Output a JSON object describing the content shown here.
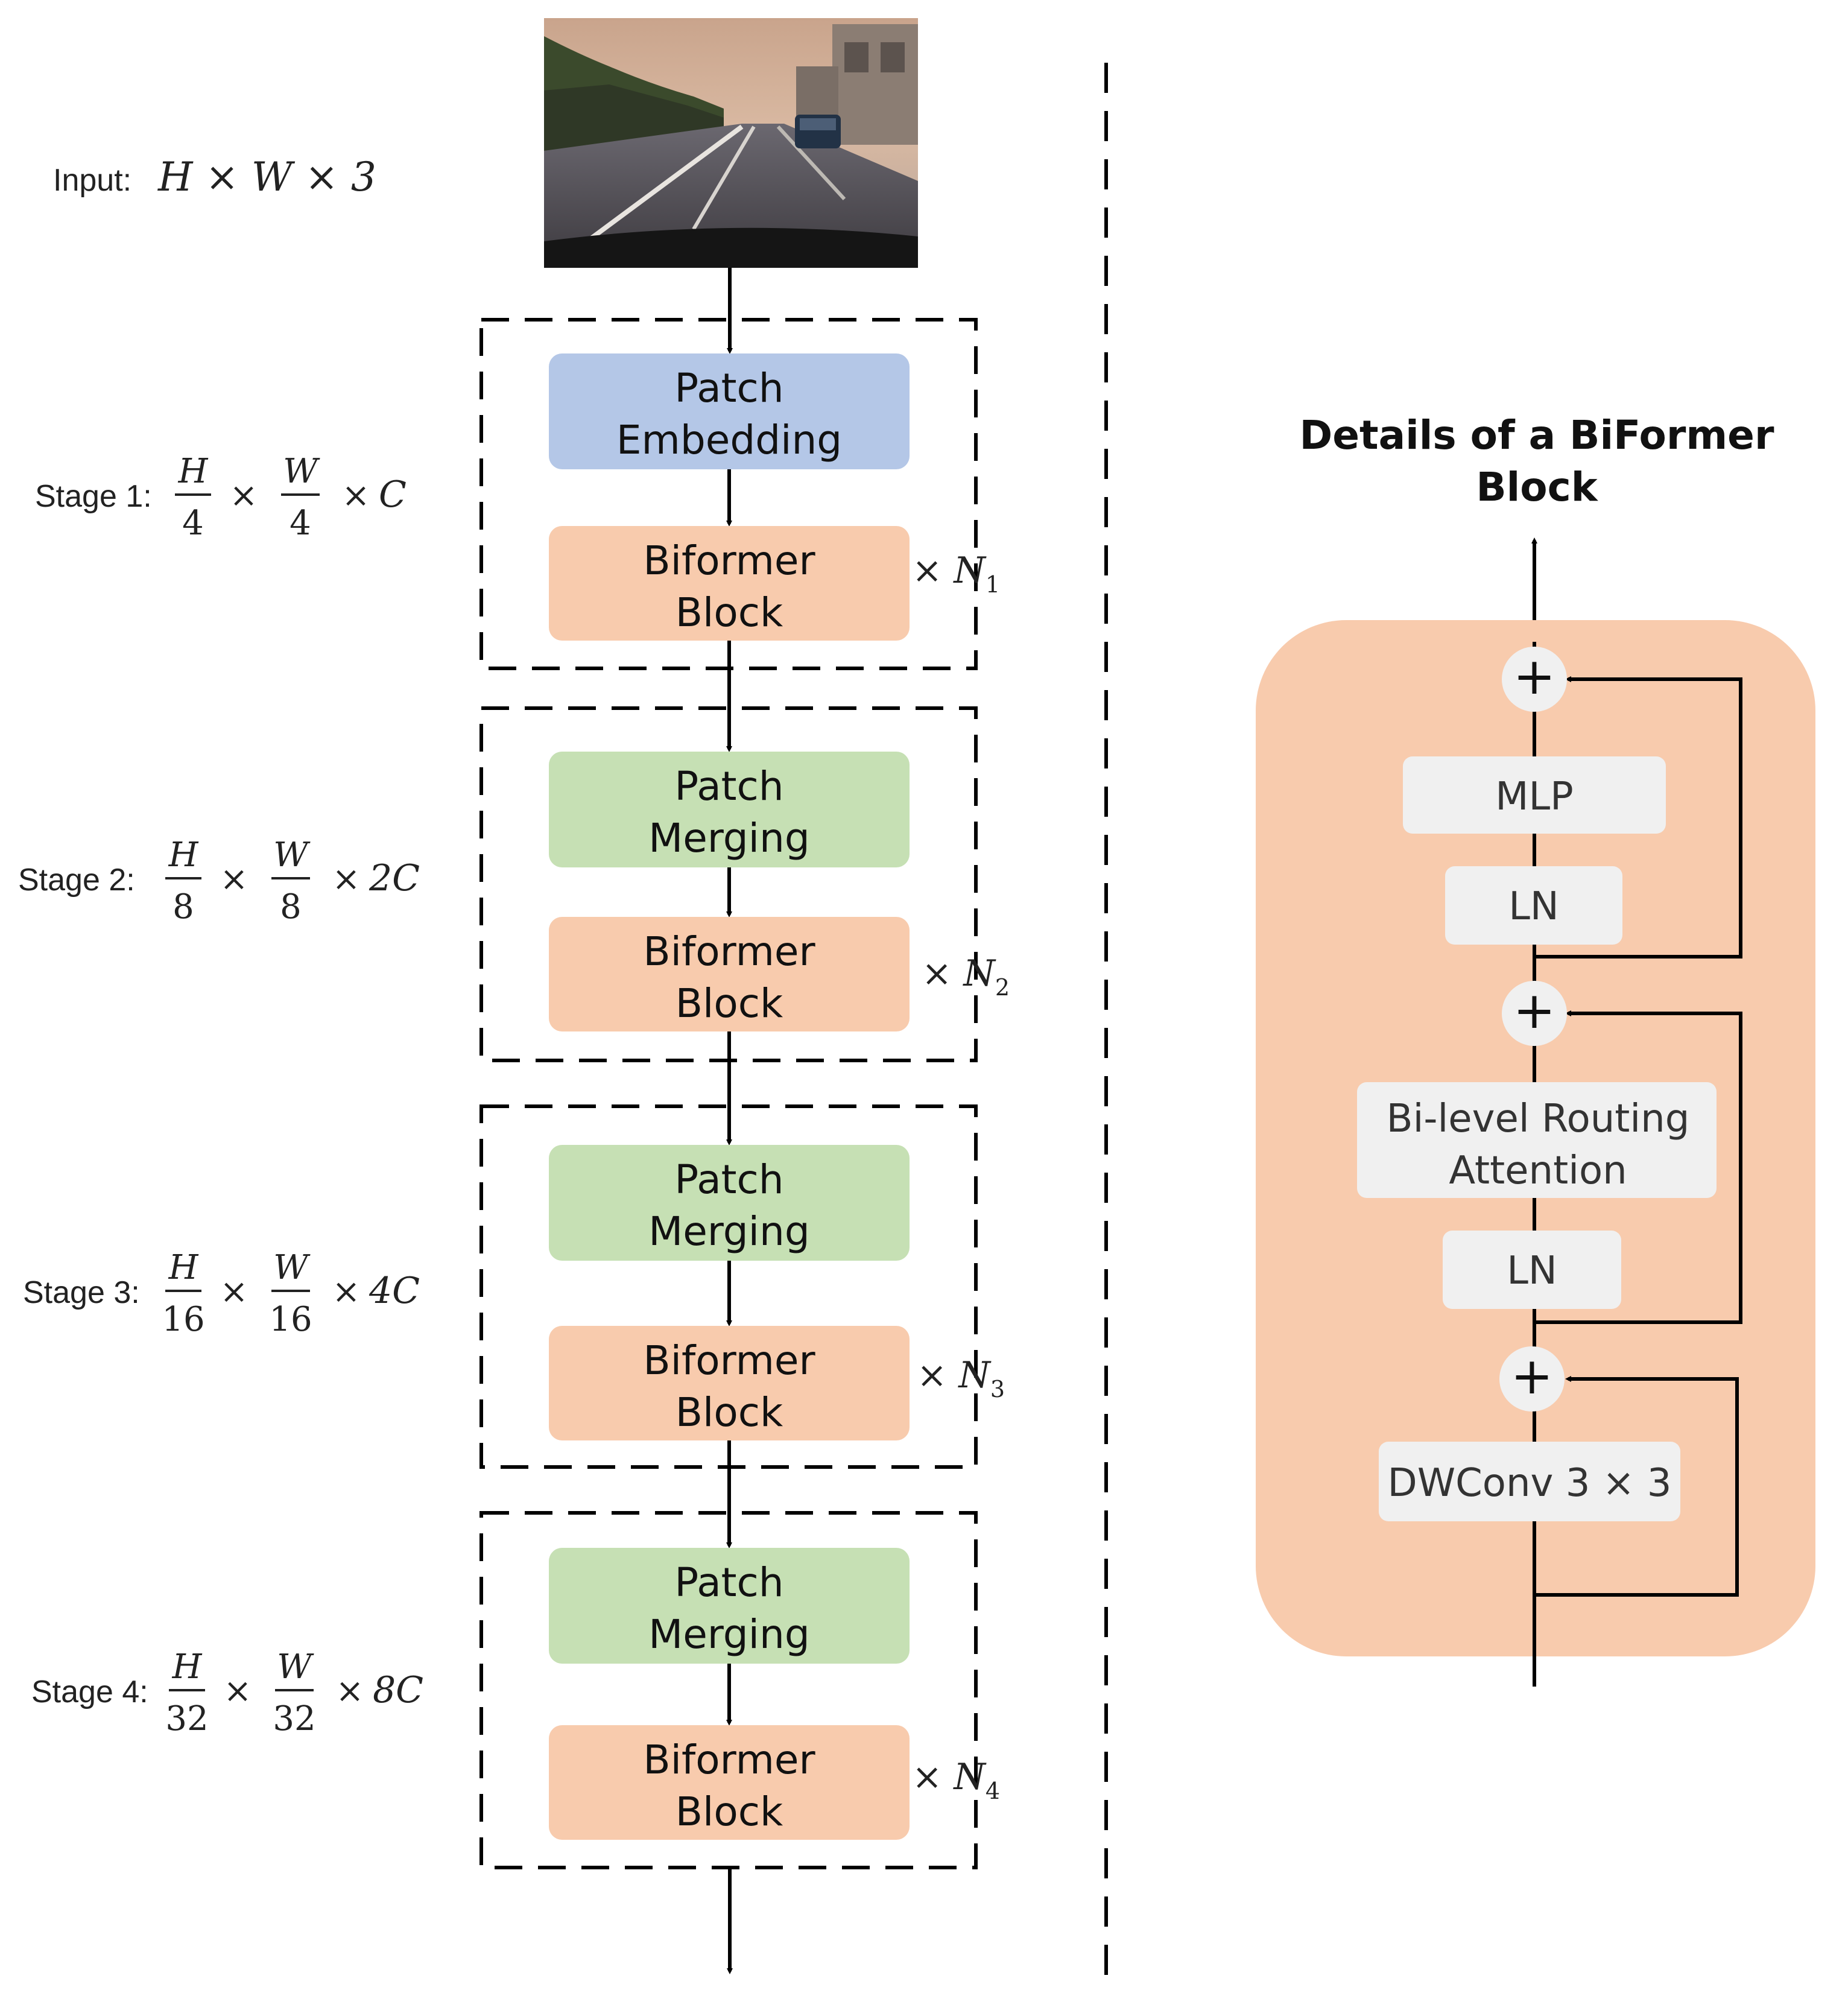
{
  "colors": {
    "patch_embedding": "#b4c7e7",
    "patch_merging": "#c6e0b4",
    "biformer_block": "#f8cbad",
    "detail_panel": "#f8cbad",
    "detail_box": "#f0f0f0",
    "line": "#000000"
  },
  "input": {
    "label": "Input:",
    "dims": "H × W × 3",
    "image_alt": "road-scene-photo"
  },
  "stages": [
    {
      "label": "Stage 1:",
      "h_num": "H",
      "h_den": "4",
      "w_num": "W",
      "w_den": "4",
      "channels": "C",
      "first_block": [
        "Patch",
        "Embedding"
      ],
      "block": [
        "Biformer",
        "Block"
      ],
      "repeat": "N",
      "repeat_sub": "1"
    },
    {
      "label": "Stage 2:",
      "h_num": "H",
      "h_den": "8",
      "w_num": "W",
      "w_den": "8",
      "channels": "2C",
      "first_block": [
        "Patch",
        "Merging"
      ],
      "block": [
        "Biformer",
        "Block"
      ],
      "repeat": "N",
      "repeat_sub": "2"
    },
    {
      "label": "Stage 3:",
      "h_num": "H",
      "h_den": "16",
      "w_num": "W",
      "w_den": "16",
      "channels": "4C",
      "first_block": [
        "Patch",
        "Merging"
      ],
      "block": [
        "Biformer",
        "Block"
      ],
      "repeat": "N",
      "repeat_sub": "3"
    },
    {
      "label": "Stage 4:",
      "h_num": "H",
      "h_den": "32",
      "w_num": "W",
      "w_den": "32",
      "channels": "8C",
      "first_block": [
        "Patch",
        "Merging"
      ],
      "block": [
        "Biformer",
        "Block"
      ],
      "repeat": "N",
      "repeat_sub": "4"
    }
  ],
  "details": {
    "title": [
      "Details of a BiFormer",
      "Block"
    ],
    "boxes": {
      "mlp": "MLP",
      "ln_top": "LN",
      "attention": [
        "Bi-level Routing",
        "Attention"
      ],
      "ln_bottom": "LN",
      "dwconv": "DWConv 3 × 3"
    },
    "plus_symbol": "+"
  },
  "symbols": {
    "times": "×"
  }
}
